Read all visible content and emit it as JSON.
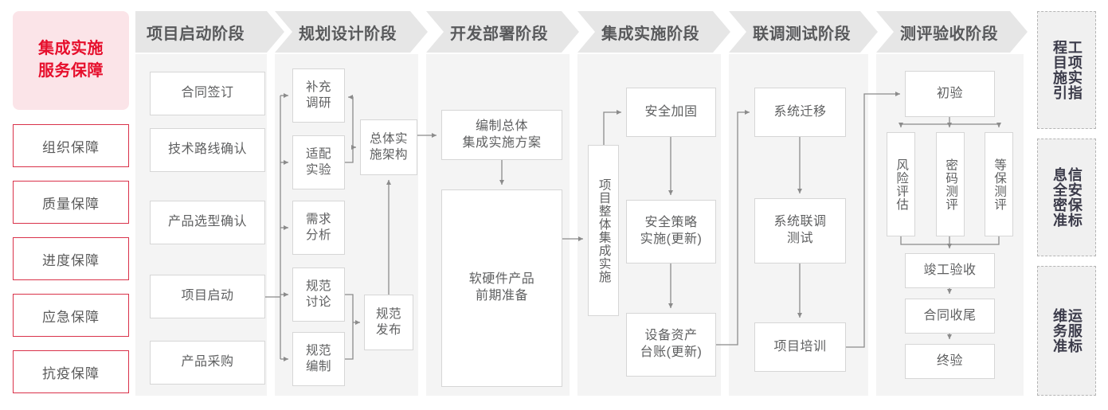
{
  "colors": {
    "accent_red": "#e60f2c",
    "guarantee_border": "#d9324a",
    "guarantee_fill": "#fbe4e8",
    "phase_header_bg": "#e6e6e6",
    "phase_body_bg": "#f4f4f4",
    "node_border": "#d6d6d6",
    "node_text": "#5f6061",
    "wire": "#8b8b8b",
    "standard_fill": "#f0f0f0",
    "standard_border": "#b5b5b5"
  },
  "guarantee": {
    "title": "集成实施\n服务保障",
    "title_line1": "集成实施",
    "title_line2": "服务保障",
    "items": [
      {
        "label": "组织保障"
      },
      {
        "label": "质量保障"
      },
      {
        "label": "进度保障"
      },
      {
        "label": "应急保障"
      },
      {
        "label": "抗疫保障"
      }
    ]
  },
  "phases": [
    {
      "id": "phase-initiation",
      "header": "项目启动阶段",
      "nodes": [
        {
          "id": "n-contract",
          "label": "合同签订"
        },
        {
          "id": "n-tech-route",
          "label": "技术路线确认"
        },
        {
          "id": "n-product-select",
          "label": "产品选型确认"
        },
        {
          "id": "n-project-start",
          "label": "项目启动"
        },
        {
          "id": "n-product-purchase",
          "label": "产品采购"
        }
      ]
    },
    {
      "id": "phase-planning",
      "header": "规划设计阶段",
      "nodes": [
        {
          "id": "n-supp-research",
          "label": "补充\n调研",
          "l1": "补充",
          "l2": "调研"
        },
        {
          "id": "n-adapt-test",
          "label": "适配\n实验",
          "l1": "适配",
          "l2": "实验"
        },
        {
          "id": "n-req-analysis",
          "label": "需求\n分析",
          "l1": "需求",
          "l2": "分析"
        },
        {
          "id": "n-spec-discuss",
          "label": "规范\n讨论",
          "l1": "规范",
          "l2": "讨论"
        },
        {
          "id": "n-spec-draft",
          "label": "规范\n编制",
          "l1": "规范",
          "l2": "编制"
        },
        {
          "id": "n-overall-arch",
          "label": "总体实\n施架构",
          "l1": "总体实",
          "l2": "施架构"
        },
        {
          "id": "n-spec-publish",
          "label": "规范\n发布",
          "l1": "规范",
          "l2": "发布"
        }
      ]
    },
    {
      "id": "phase-development",
      "header": "开发部署阶段",
      "nodes": [
        {
          "id": "n-overall-plan",
          "label": "编制总体\n集成实施方案",
          "l1": "编制总体",
          "l2": "集成实施方案"
        },
        {
          "id": "n-hw-sw-prep",
          "label": "软硬件产品\n前期准备",
          "l1": "软硬件产品",
          "l2": "前期准备"
        }
      ]
    },
    {
      "id": "phase-integration",
      "header": "集成实施阶段",
      "nodes": [
        {
          "id": "n-overall-integration",
          "label": "项目整体集成实施"
        },
        {
          "id": "n-sec-hardening",
          "label": "安全加固"
        },
        {
          "id": "n-sec-policy",
          "label": "安全策略\n实施(更新)",
          "l1": "安全策略",
          "l2": "实施(更新)"
        },
        {
          "id": "n-asset-ledger",
          "label": "设备资产\n台账(更新)",
          "l1": "设备资产",
          "l2": "台账(更新)"
        }
      ]
    },
    {
      "id": "phase-joint-test",
      "header": "联调测试阶段",
      "nodes": [
        {
          "id": "n-sys-migration",
          "label": "系统迁移"
        },
        {
          "id": "n-joint-test",
          "label": "系统联调\n测试",
          "l1": "系统联调",
          "l2": "测试"
        },
        {
          "id": "n-project-training",
          "label": "项目培训"
        }
      ]
    },
    {
      "id": "phase-evaluation",
      "header": "测评验收阶段",
      "nodes": [
        {
          "id": "n-prelim-accept",
          "label": "初验"
        },
        {
          "id": "n-risk-assess",
          "label": "风险评估"
        },
        {
          "id": "n-crypto-eval",
          "label": "密码测评"
        },
        {
          "id": "n-grade-eval",
          "label": "等保测评"
        },
        {
          "id": "n-final-inspect",
          "label": "竣工验收"
        },
        {
          "id": "n-contract-close",
          "label": "合同收尾"
        },
        {
          "id": "n-final-accept",
          "label": "终验"
        }
      ]
    }
  ],
  "standards": [
    {
      "id": "std-engineering",
      "right_col": "程目施引",
      "left_col": "工项实指",
      "full": "工程项目实施指引"
    },
    {
      "id": "std-security",
      "right_col": "息全密准",
      "left_col": "信安保标",
      "full": "信息安全保密标准"
    },
    {
      "id": "std-ops",
      "right_col": "维务准",
      "left_col": "运服标",
      "full": "运维服务标准"
    }
  ]
}
